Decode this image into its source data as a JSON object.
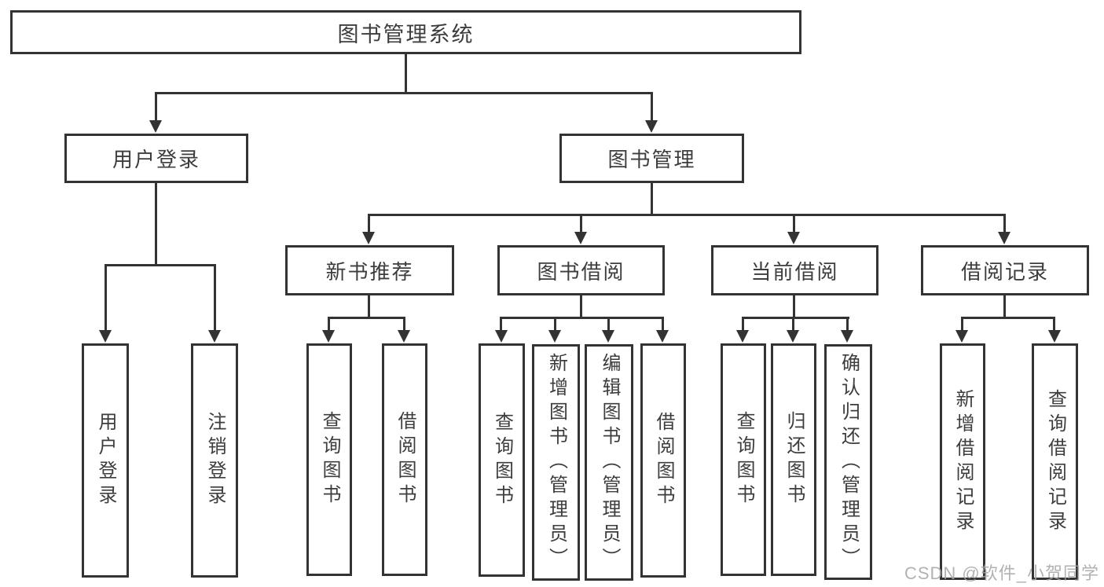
{
  "tree": {
    "root": {
      "label": "图书管理系统"
    },
    "branches": [
      {
        "label": "用户登录",
        "children": [
          {
            "label": "用户登录"
          },
          {
            "label": "注销登录"
          }
        ]
      },
      {
        "label": "图书管理",
        "children": [
          {
            "label": "新书推荐",
            "children": [
              {
                "label": "查询图书"
              },
              {
                "label": "借阅图书"
              }
            ]
          },
          {
            "label": "图书借阅",
            "children": [
              {
                "label": "查询图书"
              },
              {
                "label": "新增图书（管理员）"
              },
              {
                "label": "编辑图书（管理员）"
              },
              {
                "label": "借阅图书"
              }
            ]
          },
          {
            "label": "当前借阅",
            "children": [
              {
                "label": "查询图书"
              },
              {
                "label": "归还图书"
              },
              {
                "label": "确认归还（管理员）"
              }
            ]
          },
          {
            "label": "借阅记录",
            "children": [
              {
                "label": "新增借阅记录"
              },
              {
                "label": "查询借阅记录"
              }
            ]
          }
        ]
      }
    ]
  },
  "watermark": {
    "text": "CSDN @软件_小贺同学"
  },
  "colors": {
    "stroke": "#333333",
    "text": "#3d3d3d",
    "background": "#ffffff",
    "watermark": "#a5a5a5"
  }
}
